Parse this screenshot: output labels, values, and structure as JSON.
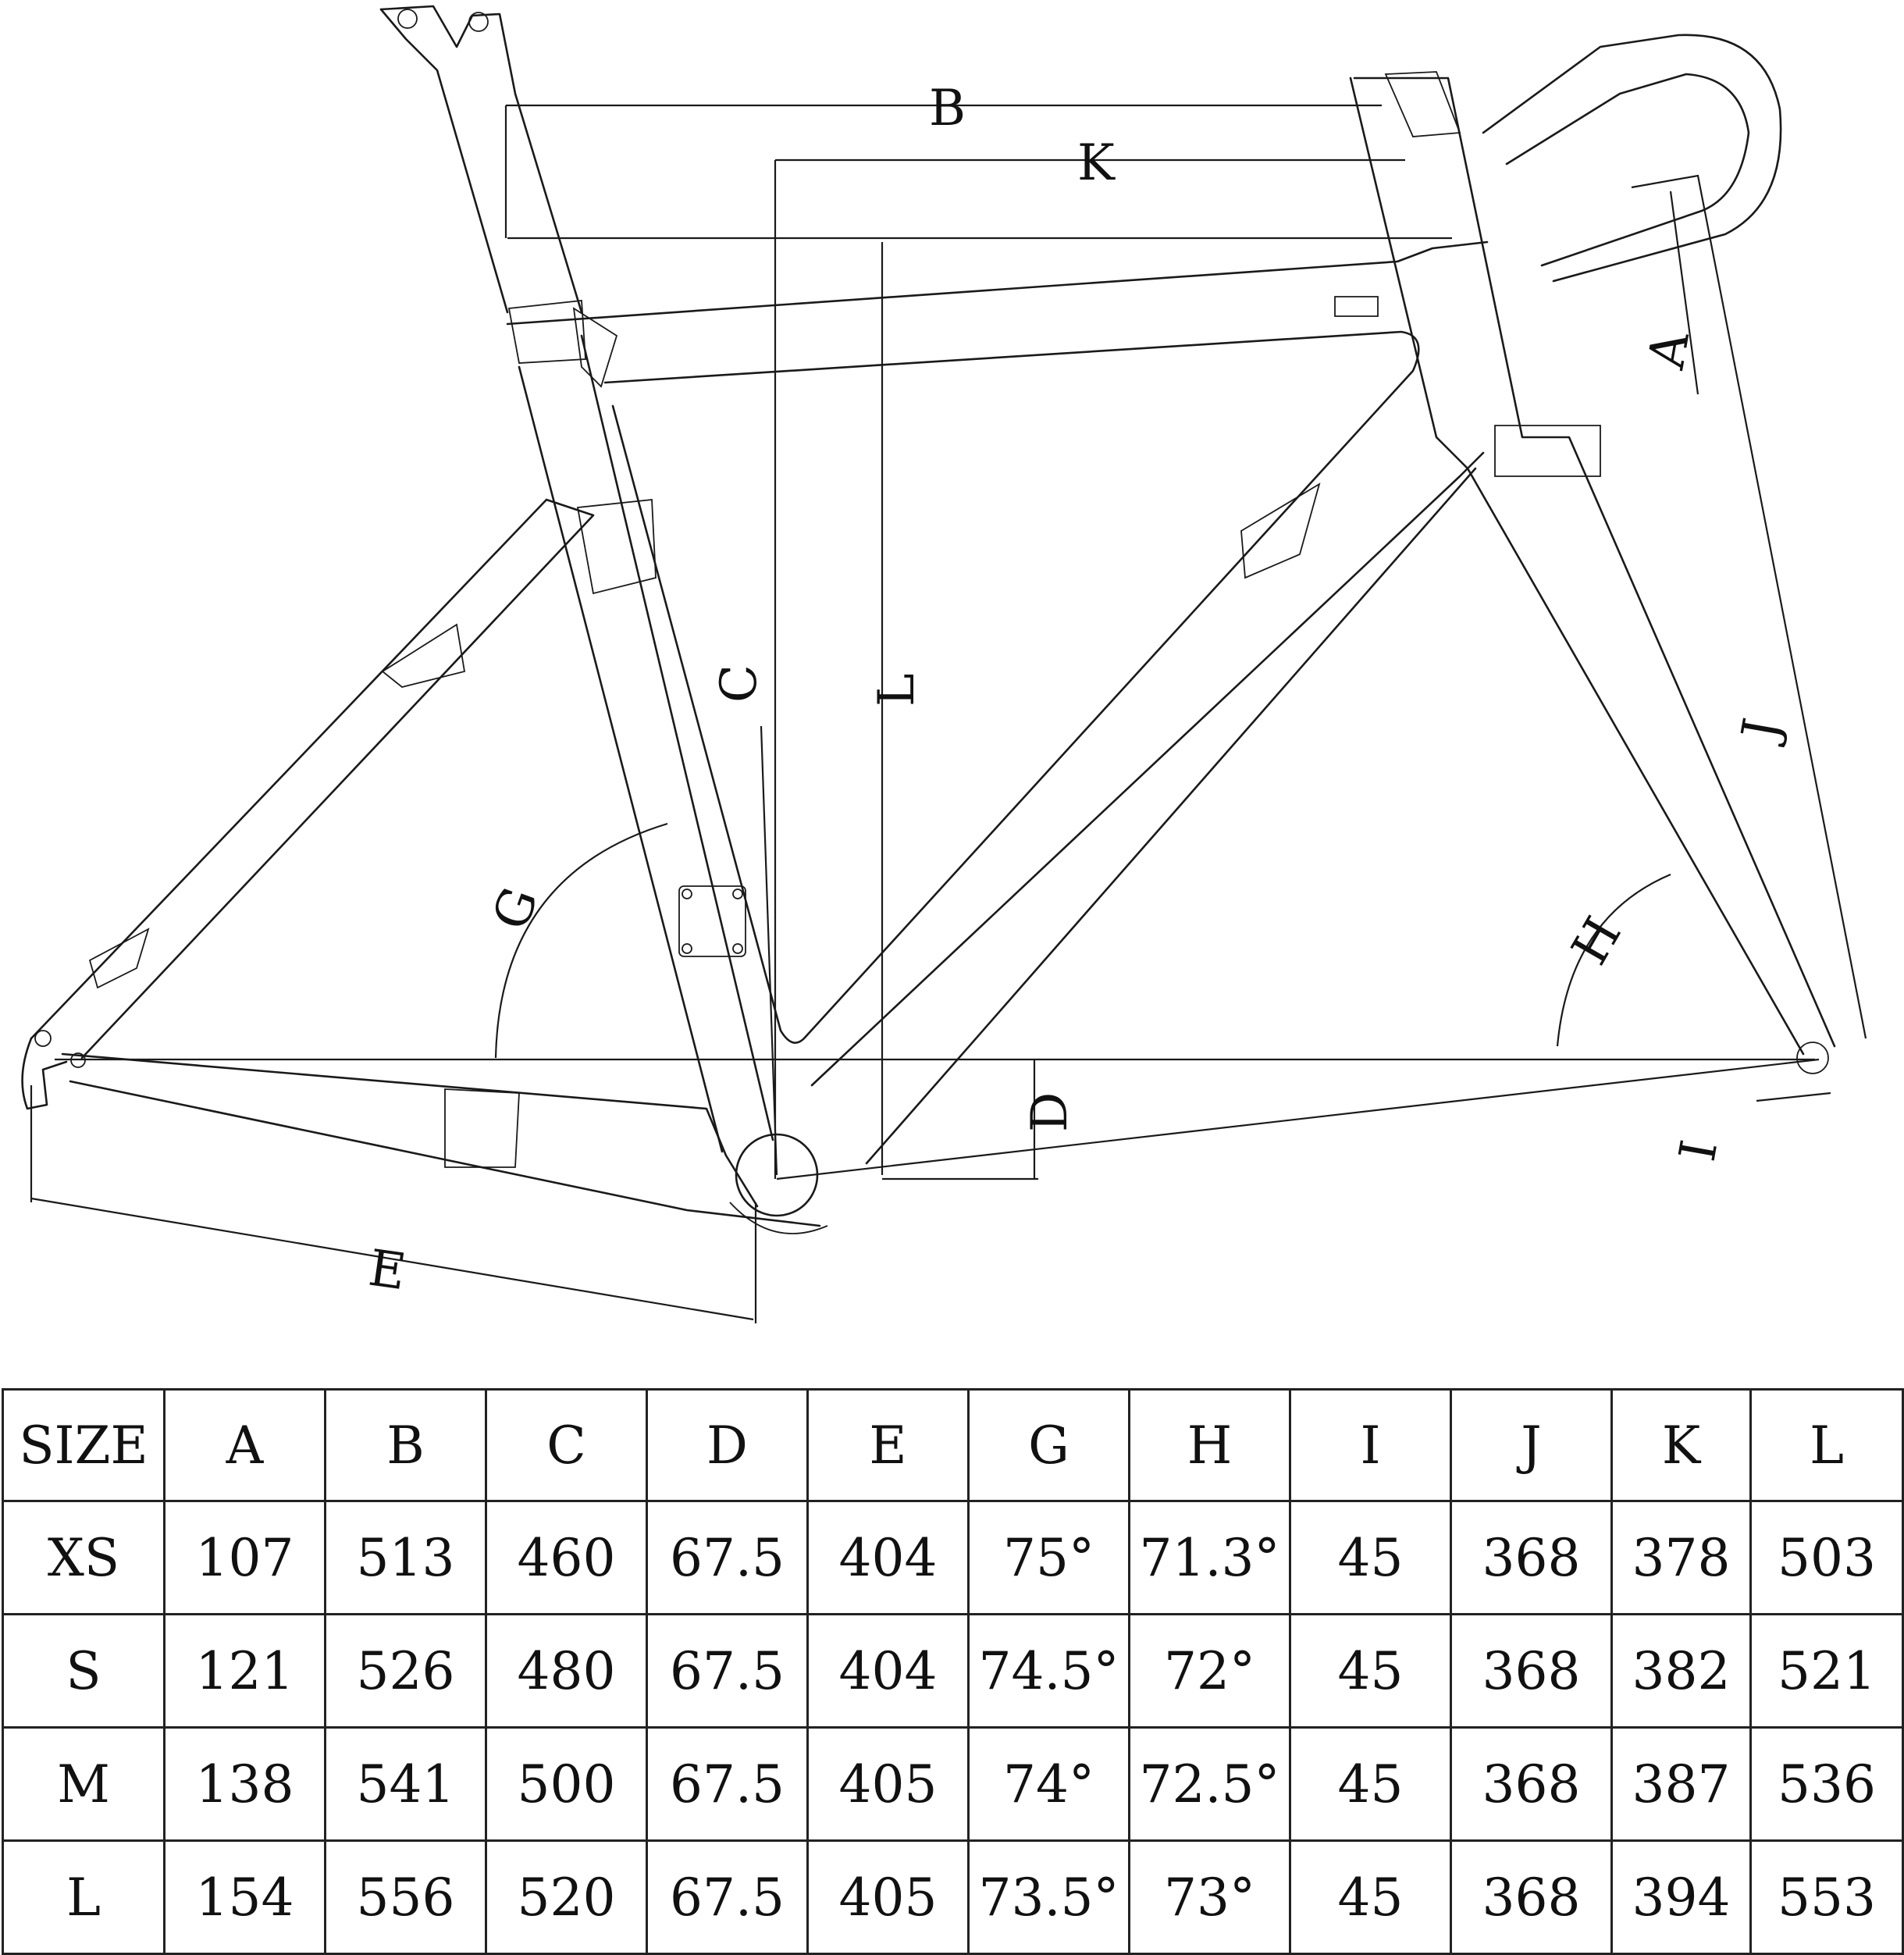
{
  "diagram": {
    "dimension_labels": [
      "A",
      "B",
      "C",
      "D",
      "E",
      "G",
      "H",
      "I",
      "J",
      "K",
      "L"
    ]
  },
  "table": {
    "headers": [
      "SIZE",
      "A",
      "B",
      "C",
      "D",
      "E",
      "G",
      "H",
      "I",
      "J",
      "K",
      "L"
    ],
    "rows": [
      [
        "XS",
        "107",
        "513",
        "460",
        "67.5",
        "404",
        "75°",
        "71.3°",
        "45",
        "368",
        "378",
        "503"
      ],
      [
        "S",
        "121",
        "526",
        "480",
        "67.5",
        "404",
        "74.5°",
        "72°",
        "45",
        "368",
        "382",
        "521"
      ],
      [
        "M",
        "138",
        "541",
        "500",
        "67.5",
        "405",
        "74°",
        "72.5°",
        "45",
        "368",
        "387",
        "536"
      ],
      [
        "L",
        "154",
        "556",
        "520",
        "67.5",
        "405",
        "73.5°",
        "73°",
        "45",
        "368",
        "394",
        "553"
      ]
    ]
  }
}
